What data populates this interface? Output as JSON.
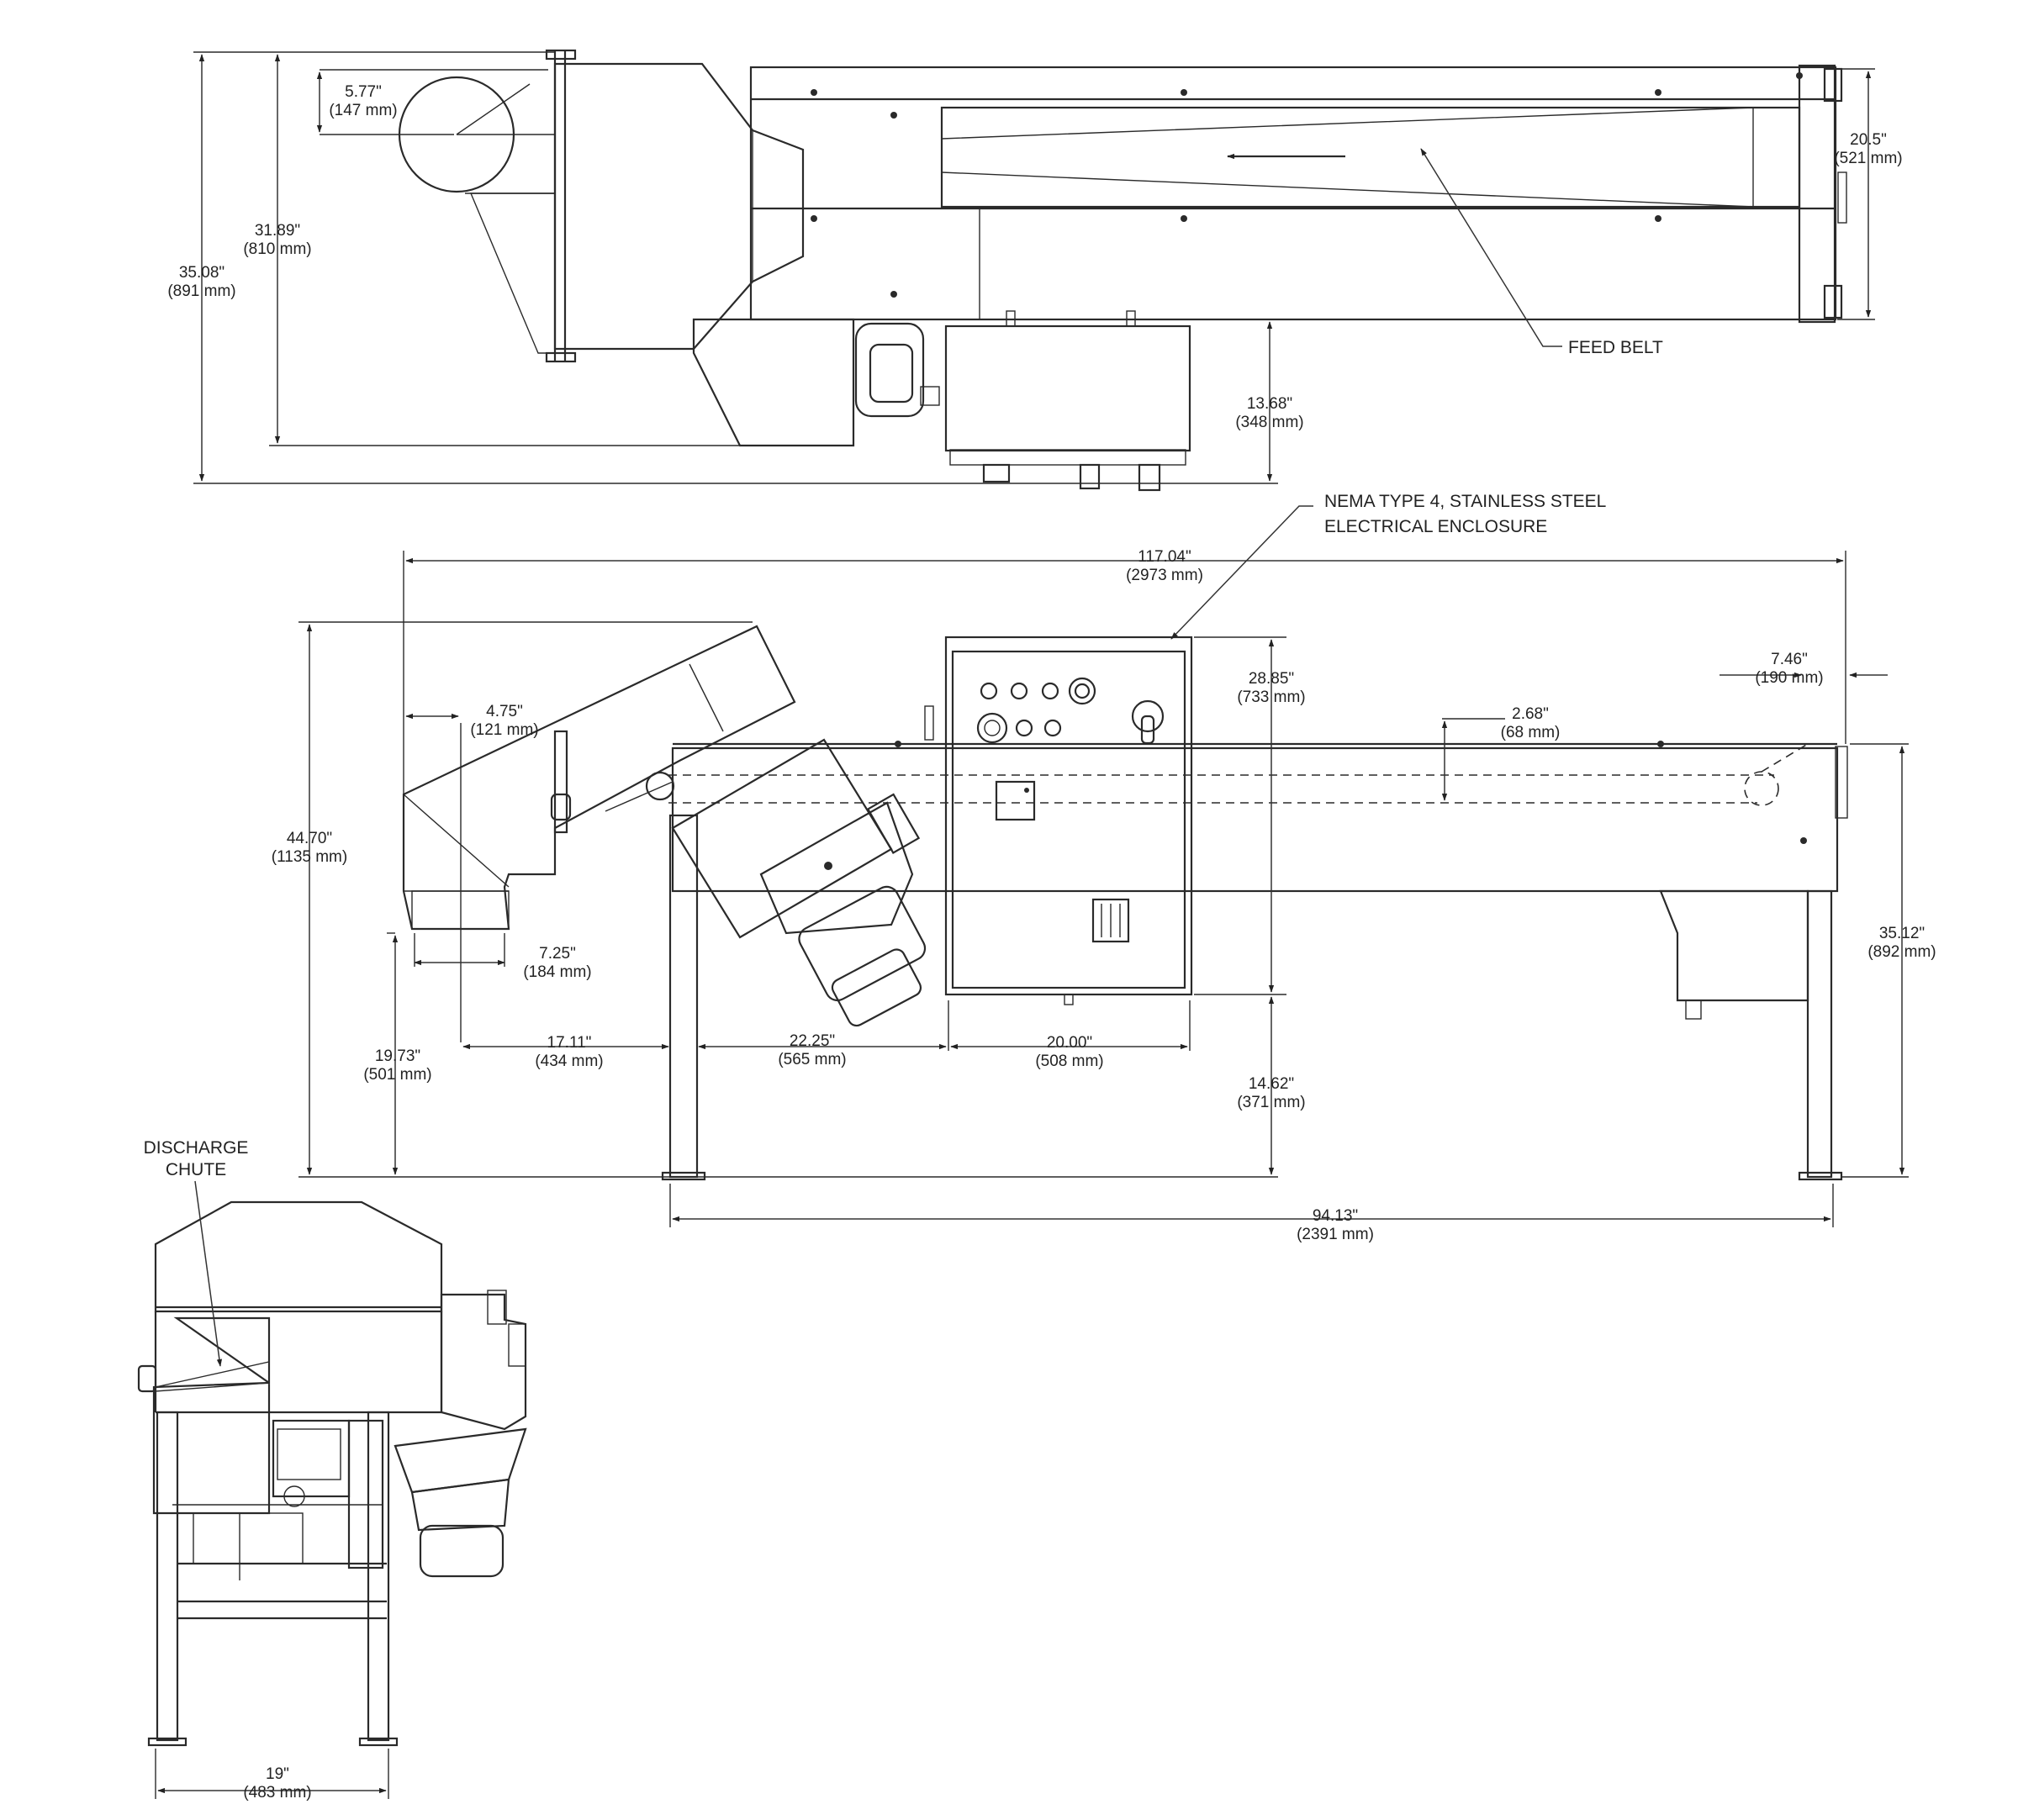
{
  "colors": {
    "line": "#2a2a2a",
    "background": "#ffffff"
  },
  "top_view": {
    "dims": {
      "d1": {
        "in": "5.77\"",
        "mm": "(147 mm)"
      },
      "d2": {
        "in": "31.89\"",
        "mm": "(810 mm)"
      },
      "d3": {
        "in": "35.08\"",
        "mm": "(891 mm)"
      },
      "d4": {
        "in": "20.5\"",
        "mm": "(521 mm)"
      },
      "d5": {
        "in": "13.68\"",
        "mm": "(348 mm)"
      }
    },
    "callout_feed_belt": "FEED BELT"
  },
  "side_view": {
    "callout_enclosure_line1": "NEMA TYPE 4, STAINLESS STEEL",
    "callout_enclosure_line2": "ELECTRICAL ENCLOSURE",
    "dims": {
      "overall_length": {
        "in": "117.04\"",
        "mm": "(2973 mm)"
      },
      "height_total": {
        "in": "44.70\"",
        "mm": "(1135 mm)"
      },
      "hopper_offset": {
        "in": "4.75\"",
        "mm": "(121 mm)"
      },
      "discharge_width": {
        "in": "7.25\"",
        "mm": "(184 mm)"
      },
      "discharge_height": {
        "in": "19.73\"",
        "mm": "(501 mm)"
      },
      "span_1": {
        "in": "17.11\"",
        "mm": "(434 mm)"
      },
      "span_2": {
        "in": "22.25\"",
        "mm": "(565 mm)"
      },
      "enclosure_width": {
        "in": "20.00\"",
        "mm": "(508 mm)"
      },
      "enclosure_height": {
        "in": "28.85\"",
        "mm": "(733 mm)"
      },
      "enclosure_clearance": {
        "in": "14.62\"",
        "mm": "(371 mm)"
      },
      "belt_depth": {
        "in": "2.68\"",
        "mm": "(68 mm)"
      },
      "tail_offset": {
        "in": "7.46\"",
        "mm": "(190 mm)"
      },
      "belt_height": {
        "in": "35.12\"",
        "mm": "(892 mm)"
      },
      "leg_span": {
        "in": "94.13\"",
        "mm": "(2391 mm)"
      }
    }
  },
  "end_view": {
    "callout_line1": "DISCHARGE",
    "callout_line2": "CHUTE",
    "dims": {
      "width": {
        "in": "19\"",
        "mm": "(483 mm)"
      }
    }
  }
}
